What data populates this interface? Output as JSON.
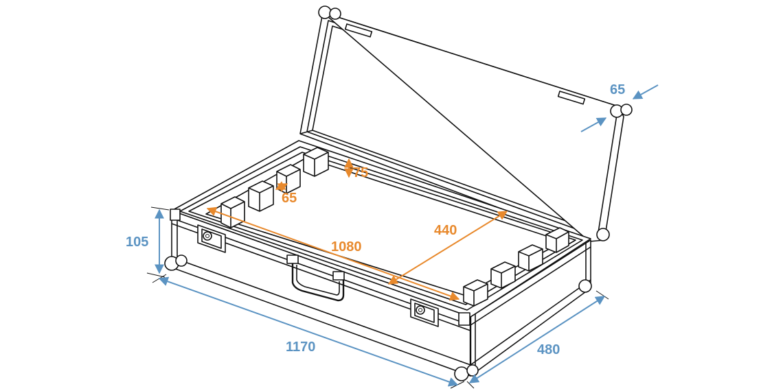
{
  "dimensions": {
    "length_outer": "1170",
    "width_outer": "480",
    "height_base": "105",
    "lid_depth": "65",
    "length_inner": "1080",
    "width_inner": "440",
    "divider_spacing": "65",
    "divider_height": "75"
  },
  "colors": {
    "outer_dimension": "#5b93c2",
    "inner_dimension": "#e8892c",
    "line": "#111111"
  }
}
